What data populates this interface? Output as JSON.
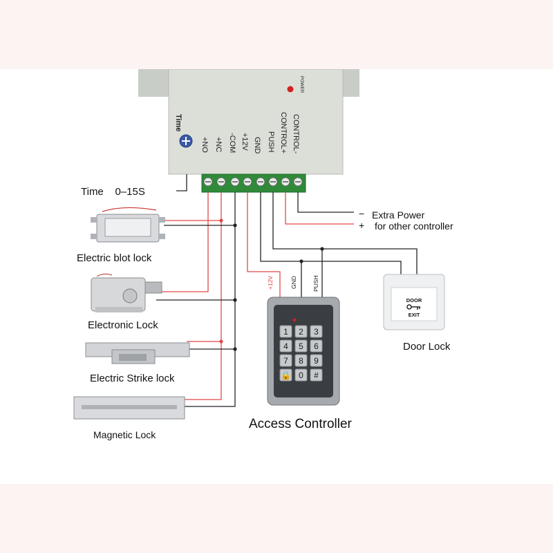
{
  "controller_box": {
    "power_label": "POWER",
    "time_label": "Time",
    "terminals": [
      "+NO",
      "+NC",
      "-COM",
      "+12V",
      "GND",
      "PUSH",
      "CONTROL+",
      "CONTROL-"
    ]
  },
  "time_setting": "Time    0–15S",
  "extra_power": {
    "minus_sign": "−",
    "line1": "Extra Power",
    "plus_sign": "+",
    "line2": "for other controller"
  },
  "devices": {
    "bolt_lock": "Electric blot lock",
    "electronic_lock": "Electronic Lock",
    "strike_lock": "Electric Strike lock",
    "magnetic_lock": "Magnetic Lock",
    "access_controller": "Access Controller",
    "door_lock": "Door Lock"
  },
  "keypad_wires": [
    "+12V",
    "GND",
    "PUSH"
  ],
  "keypad_keys": [
    "1",
    "2",
    "3",
    "4",
    "5",
    "6",
    "7",
    "8",
    "9",
    "🔒",
    "0",
    "#"
  ],
  "exit_button": {
    "line1": "DOOR",
    "line2": "EXIT"
  },
  "colors": {
    "red_wire": "#e04848",
    "black_wire": "#222222",
    "terminal_green": "#2f8a3a",
    "device_metal": "#c9ccd0"
  }
}
